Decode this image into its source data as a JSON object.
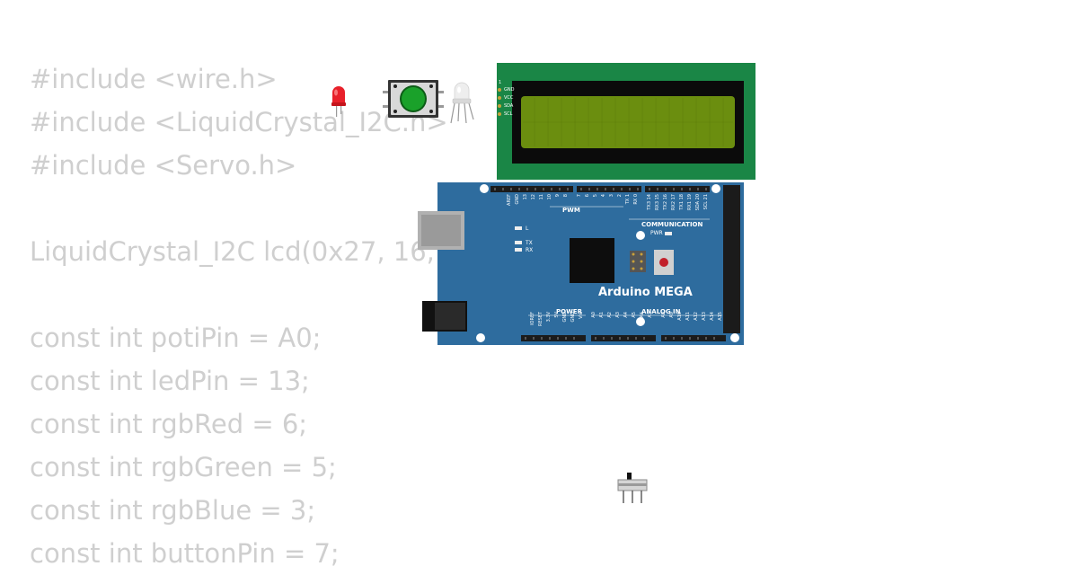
{
  "code": {
    "lines": [
      "#include <wire.h>",
      "#include <LiquidCrystal_I2C.h>",
      "#include <Servo.h>",
      "",
      "LiquidCrystal_I2C lcd(0x27, 16, 2);",
      "",
      "const int potiPin = A0;",
      "const int ledPin = 13;",
      "const int rgbRed = 6;",
      "const int rgbGreen = 5;",
      "const int rgbBlue = 3;",
      "const int buttonPin = 7;"
    ]
  },
  "components": {
    "led": {
      "icon": "red-led-icon",
      "color": "#e8202a"
    },
    "pushbutton": {
      "icon": "green-pushbutton-icon",
      "color": "#1aa12a"
    },
    "rgb_led": {
      "icon": "rgb-led-icon"
    },
    "lcd": {
      "pins": [
        "GND",
        "VCC",
        "SDA",
        "SCL"
      ],
      "pin_one_marker": "1",
      "pcb_color": "#1a8646",
      "screen_color": "#6b8e0f"
    },
    "arduino": {
      "name": "Arduino MEGA",
      "board_color": "#2e6c9e",
      "top_header_labels": [
        "AREF",
        "GND",
        "13",
        "12",
        "11",
        "10",
        "9",
        "8",
        "7",
        "6",
        "5",
        "4",
        "3",
        "2",
        "TX 1",
        "RX 0"
      ],
      "comm_labels": [
        "TX3 14",
        "RX3 15",
        "TX2 16",
        "RX2 17",
        "TX1 18",
        "RX1 19",
        "SDA 20",
        "SCL 21"
      ],
      "pwm_label": "PWM",
      "communication_label": "COMMUNICATION",
      "power_label": "POWER",
      "power_pins": [
        "IOREF",
        "RESET",
        "3.3V",
        "5V",
        "GND",
        "GND",
        "Vin"
      ],
      "analog_label": "ANALOG IN",
      "analog_pins": [
        "A0",
        "A1",
        "A2",
        "A3",
        "A4",
        "A5",
        "A6",
        "A7",
        "A8",
        "A9",
        "A10",
        "A11",
        "A12",
        "A13",
        "A14",
        "A15"
      ],
      "led_l": "L",
      "led_tx": "TX",
      "led_rx": "RX",
      "pwr_label": "PWR"
    },
    "switch": {
      "icon": "slide-switch-icon"
    }
  }
}
